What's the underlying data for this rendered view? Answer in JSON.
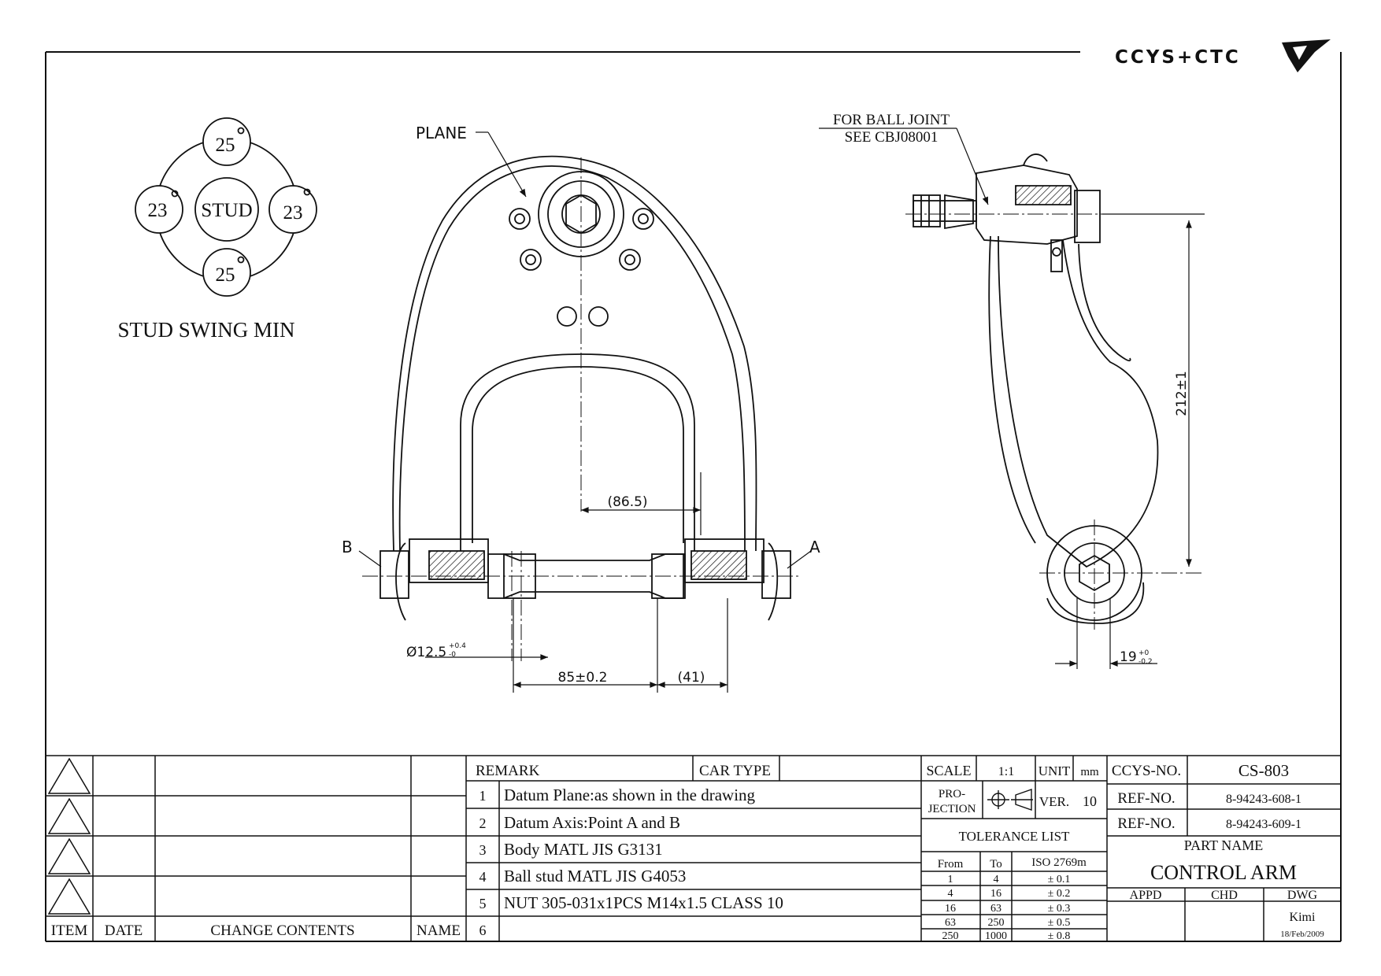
{
  "logo": {
    "text": "CCYS+CTC"
  },
  "stud_swing": {
    "center_label": "STUD",
    "top": "25",
    "right": "23",
    "bottom": "25",
    "left": "23",
    "degree_symbol": "°",
    "caption": "STUD SWING MIN"
  },
  "front_view": {
    "plane_label": "PLANE",
    "point_a": "A",
    "point_b": "B",
    "dim_865": "(86.5)",
    "dim_dia": "Ø12.5",
    "dim_dia_tol_upper": "+0.4",
    "dim_dia_tol_lower": "-0",
    "dim_85": "85±0.2",
    "dim_41": "(41)"
  },
  "side_view": {
    "ball_joint_line1": "FOR BALL JOINT",
    "ball_joint_line2": "SEE CBJ08001",
    "dim_212": "212±1",
    "dim_19": "19",
    "dim_19_tol_upper": "+0",
    "dim_19_tol_lower": "-0.2"
  },
  "revision_table": {
    "headers": {
      "item": "ITEM",
      "date": "DATE",
      "change": "CHANGE CONTENTS",
      "name": "NAME"
    }
  },
  "remarks": {
    "header": "REMARK",
    "car_type_label": "CAR TYPE",
    "car_type_value": "",
    "rows": [
      {
        "no": "1",
        "text": "Datum Plane:as shown in the drawing"
      },
      {
        "no": "2",
        "text": "Datum Axis:Point A and B"
      },
      {
        "no": "3",
        "text": "Body MATL JIS G3131"
      },
      {
        "no": "4",
        "text": "Ball stud MATL JIS G4053"
      },
      {
        "no": "5",
        "text": "NUT 305-031x1PCS M14x1.5 CLASS 10"
      },
      {
        "no": "6",
        "text": ""
      }
    ]
  },
  "spec": {
    "scale_label": "SCALE",
    "scale_value": "1:1",
    "unit_label": "UNIT",
    "unit_value": "mm",
    "projection_label_1": "PRO-",
    "projection_label_2": "JECTION",
    "ver_label": "VER.",
    "ver_value": "10",
    "tolerance_title": "TOLERANCE LIST",
    "tolerance_headers": {
      "from": "From",
      "to": "To",
      "iso": "ISO 2769m"
    },
    "tolerance_rows": [
      {
        "from": "1",
        "to": "4",
        "tol": "± 0.1"
      },
      {
        "from": "4",
        "to": "16",
        "tol": "± 0.2"
      },
      {
        "from": "16",
        "to": "63",
        "tol": "± 0.3"
      },
      {
        "from": "63",
        "to": "250",
        "tol": "± 0.5"
      },
      {
        "from": "250",
        "to": "1000",
        "tol": "± 0.8"
      }
    ]
  },
  "title_block": {
    "ccys_label": "CCYS-NO.",
    "ccys_value": "CS-803",
    "ref1_label": "REF-NO.",
    "ref1_value": "8-94243-608-1",
    "ref2_label": "REF-NO.",
    "ref2_value": "8-94243-609-1",
    "part_name_label": "PART NAME",
    "part_name": "CONTROL ARM",
    "appd_label": "APPD",
    "chd_label": "CHD",
    "dwg_label": "DWG",
    "dwg_name": "Kimi",
    "dwg_date": "18/Feb/2009"
  }
}
